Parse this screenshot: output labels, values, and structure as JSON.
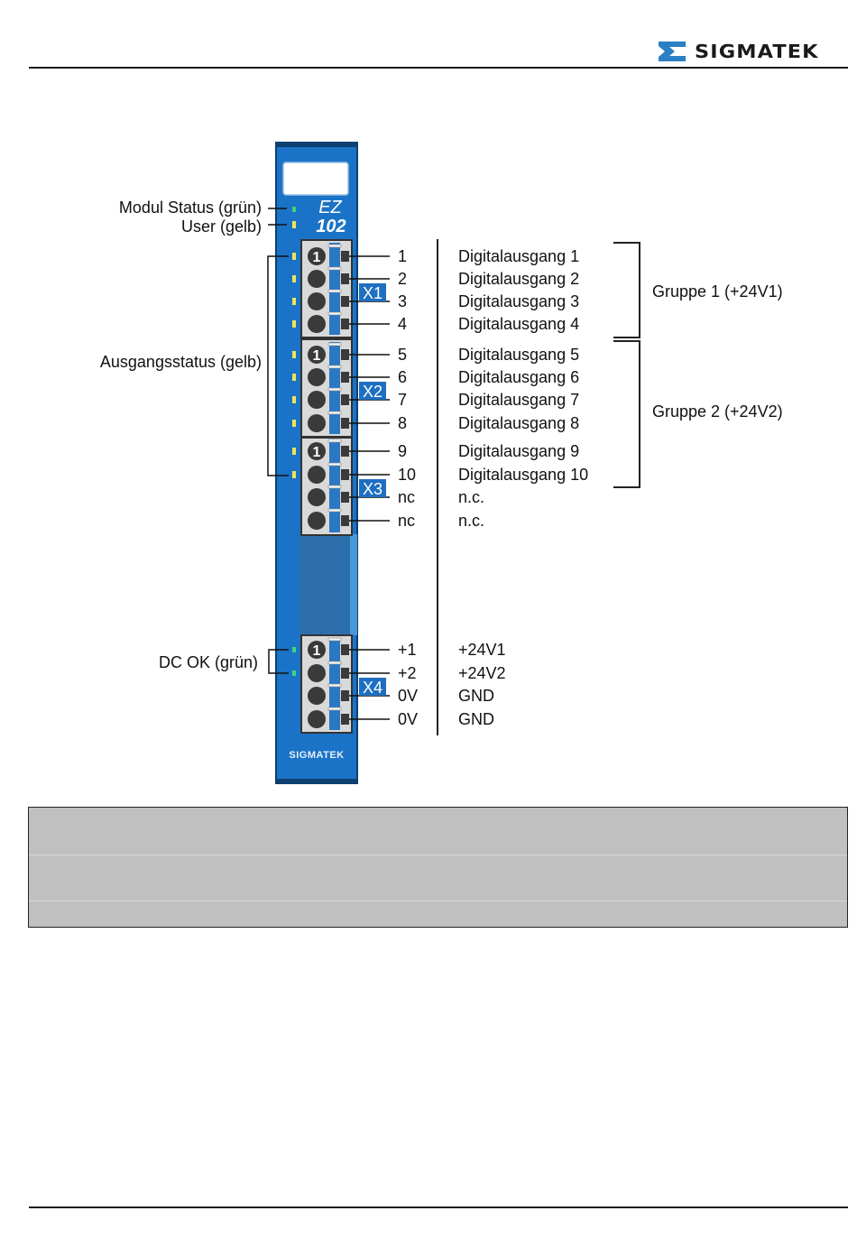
{
  "header": {
    "brand": "SIGMATEK",
    "brand_color": "#2b7fc3"
  },
  "module": {
    "model_line1": "EZ",
    "model_line2": "102",
    "footer_brand": "SIGMATEK",
    "body_color": "#1a73c6",
    "led_green": "#3fd47a",
    "led_yellow": "#f2e35a"
  },
  "left_labels": {
    "modul_status": "Modul Status (grün)",
    "user": "User (gelb)",
    "ausgangsstatus": "Ausgangsstatus (gelb)",
    "dc_ok": "DC OK (grün)"
  },
  "connectors": [
    {
      "name": "X1",
      "pins": [
        "1",
        "2",
        "3",
        "4"
      ],
      "signals": [
        "Digitalausgang 1",
        "Digitalausgang 2",
        "Digitalausgang 3",
        "Digitalausgang 4"
      ]
    },
    {
      "name": "X2",
      "pins": [
        "5",
        "6",
        "7",
        "8"
      ],
      "signals": [
        "Digitalausgang 5",
        "Digitalausgang 6",
        "Digitalausgang 7",
        "Digitalausgang 8"
      ]
    },
    {
      "name": "X3",
      "pins": [
        "9",
        "10",
        "nc",
        "nc"
      ],
      "signals": [
        "Digitalausgang 9",
        "Digitalausgang 10",
        "n.c.",
        "n.c."
      ]
    },
    {
      "name": "X4",
      "pins": [
        "+1",
        "+2",
        "0V",
        "0V"
      ],
      "signals": [
        "+24V1",
        "+24V2",
        "GND",
        "GND"
      ]
    }
  ],
  "pin_one_marker": "1",
  "groups": [
    {
      "label": "Gruppe 1 (+24V1)"
    },
    {
      "label": "Gruppe 2 (+24V2)"
    }
  ],
  "table": {
    "rows": [
      "",
      "",
      ""
    ]
  }
}
